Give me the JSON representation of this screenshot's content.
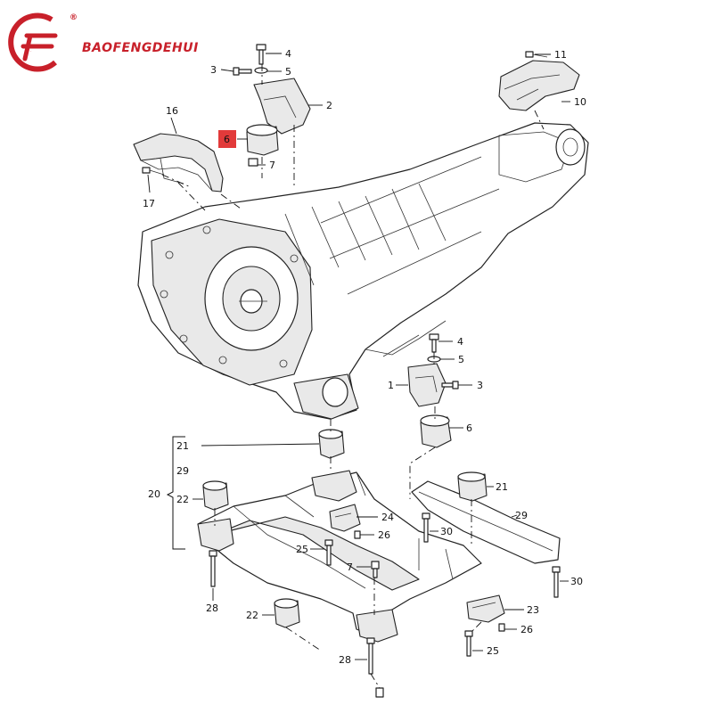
{
  "brand": {
    "name": "BAOFENGDEHUI",
    "logo_letters": "BF",
    "registered_mark": "®",
    "logo_color": "#c8202a"
  },
  "highlight_color": "#e23a3a",
  "callouts": {
    "c4_top": "4",
    "c3_top": "3",
    "c5_top": "5",
    "c2": "2",
    "c11": "11",
    "c10": "10",
    "c16": "16",
    "c6_top": "6",
    "c7_top": "7",
    "c17": "17",
    "c4_mid": "4",
    "c5_mid": "5",
    "c1": "1",
    "c3_mid": "3",
    "c6_mid": "6",
    "c21_left": "21",
    "c29_left": "29",
    "c20": "20",
    "c22_top": "22",
    "c24": "24",
    "c26_left": "26",
    "c25_left": "25",
    "c7_bottom": "7",
    "c21_right": "21",
    "c29_right": "29",
    "c30_top": "30",
    "c30_bottom": "30",
    "c28_left": "28",
    "c22_bottom": "22",
    "c23": "23",
    "c26_right": "26",
    "c25_right": "25",
    "c28_bottom": "28"
  }
}
